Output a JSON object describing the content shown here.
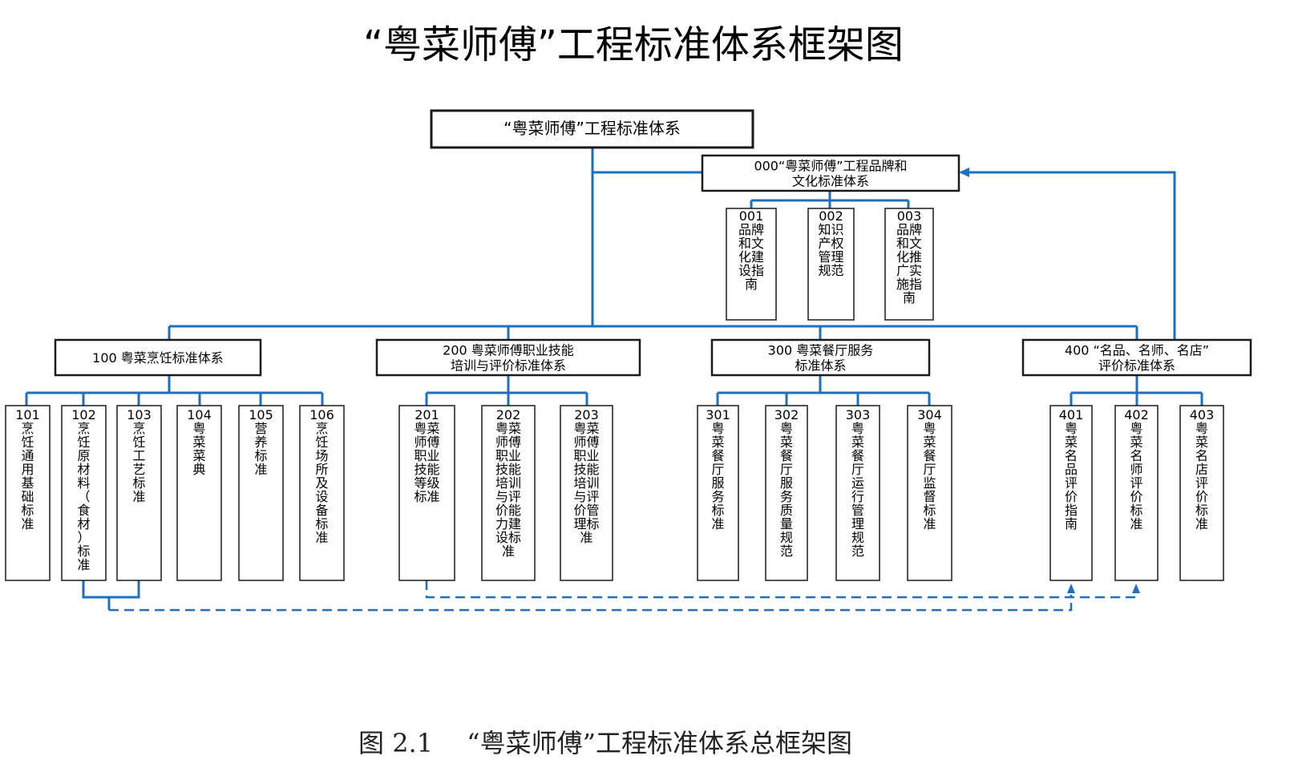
{
  "title": "“粤菜师傅”工程标准体系框架图",
  "caption": "图 2.1　 “粤菜师傅”工程标准体系总框架图",
  "colors": {
    "connector": "#1e6fbf",
    "box_border": "#1a1a1a"
  },
  "root": {
    "label": "“粤菜师傅”工程标准体系"
  },
  "brand": {
    "label_lines": [
      "000“粤菜师傅”工程品牌和",
      "文化标准体系"
    ],
    "children": [
      {
        "code": "001",
        "lines": [
          "品牌",
          "和文",
          "化建",
          "设指",
          "南"
        ]
      },
      {
        "code": "002",
        "lines": [
          "知识",
          "产权",
          "管理",
          "规范"
        ]
      },
      {
        "code": "003",
        "lines": [
          "品牌",
          "和文",
          "化推",
          "广实",
          "施指",
          "南"
        ]
      }
    ]
  },
  "systems": [
    {
      "label_lines": [
        "100 粤菜烹饪标准体系"
      ],
      "children": [
        {
          "code": "101",
          "lines": [
            "烹",
            "饪",
            "通",
            "用",
            "基",
            "础",
            "标",
            "准"
          ]
        },
        {
          "code": "102",
          "lines": [
            "烹",
            "饪",
            "原",
            "材",
            "料",
            "（",
            "食",
            "材",
            "）",
            "标",
            "准"
          ]
        },
        {
          "code": "103",
          "lines": [
            "烹",
            "饪",
            "工",
            "艺",
            "标",
            "准"
          ]
        },
        {
          "code": "104",
          "lines": [
            "粤",
            "菜",
            "菜",
            "典"
          ]
        },
        {
          "code": "105",
          "lines": [
            "营",
            "养",
            "标",
            "准"
          ]
        },
        {
          "code": "106",
          "lines": [
            "烹",
            "饪",
            "场",
            "所",
            "及",
            "设",
            "备",
            "标",
            "准"
          ]
        }
      ]
    },
    {
      "label_lines": [
        "200 粤菜师傅职业技能",
        "培训与评价标准体系"
      ],
      "children": [
        {
          "code": "201",
          "lines": [
            "粤菜",
            "师傅",
            "职业",
            "技能",
            "等级",
            "标准"
          ]
        },
        {
          "code": "202",
          "lines": [
            "粤菜",
            "师傅",
            "职业",
            "技能",
            "培训",
            "与评",
            "价能",
            "力建",
            "设标",
            "准"
          ]
        },
        {
          "code": "203",
          "lines": [
            "粤菜",
            "师傅",
            "职业",
            "技能",
            "培训",
            "与评",
            "价管",
            "理标",
            "准"
          ]
        }
      ]
    },
    {
      "label_lines": [
        "300 粤菜餐厅服务",
        "标准体系"
      ],
      "children": [
        {
          "code": "301",
          "lines": [
            "粤",
            "菜",
            "餐",
            "厅",
            "服",
            "务",
            "标",
            "准"
          ]
        },
        {
          "code": "302",
          "lines": [
            "粤",
            "菜",
            "餐",
            "厅",
            "服",
            "务",
            "质",
            "量",
            "规",
            "范"
          ]
        },
        {
          "code": "303",
          "lines": [
            "粤",
            "菜",
            "餐",
            "厅",
            "运",
            "行",
            "管",
            "理",
            "规",
            "范"
          ]
        },
        {
          "code": "304",
          "lines": [
            "粤",
            "菜",
            "餐",
            "厅",
            "监",
            "督",
            "标",
            "准"
          ]
        }
      ]
    },
    {
      "label_lines": [
        "400 “名品、名师、名店”",
        "评价标准体系"
      ],
      "children": [
        {
          "code": "401",
          "lines": [
            "粤",
            "菜",
            "名",
            "品",
            "评",
            "价",
            "指",
            "南"
          ]
        },
        {
          "code": "402",
          "lines": [
            "粤",
            "菜",
            "名",
            "师",
            "评",
            "价",
            "标",
            "准"
          ]
        },
        {
          "code": "403",
          "lines": [
            "粤",
            "菜",
            "名",
            "店",
            "评",
            "价",
            "标",
            "准"
          ]
        }
      ]
    }
  ]
}
